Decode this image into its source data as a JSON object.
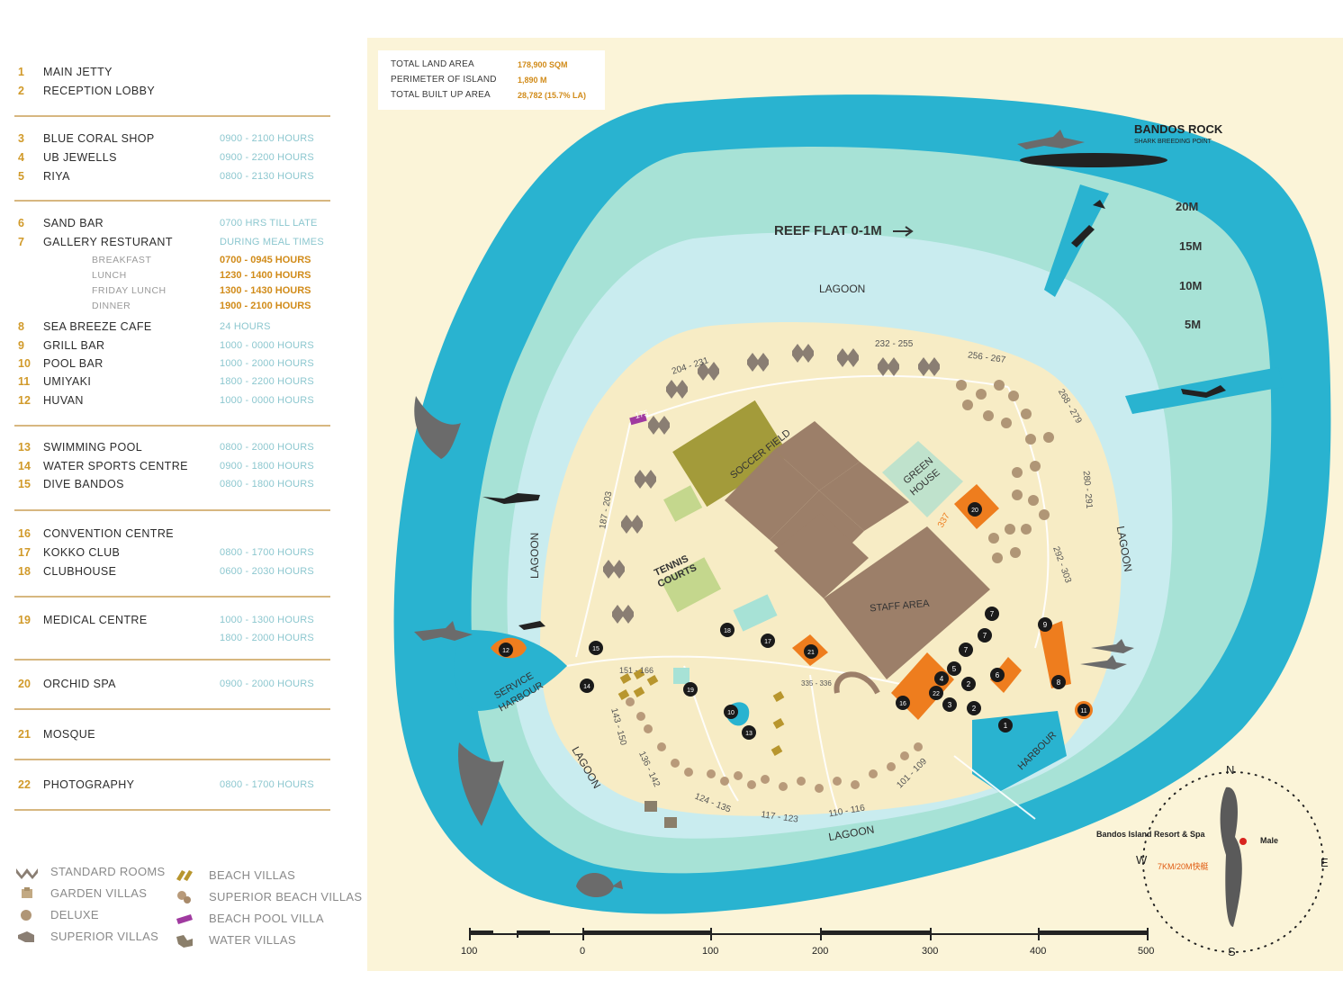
{
  "legend": {
    "groups": [
      [
        {
          "num": "1",
          "name": "MAIN JETTY",
          "hours": ""
        },
        {
          "num": "2",
          "name": "RECEPTION LOBBY",
          "hours": ""
        }
      ],
      [
        {
          "num": "3",
          "name": "BLUE CORAL SHOP",
          "hours": "0900 - 2100 HOURS"
        },
        {
          "num": "4",
          "name": "UB JEWELLS",
          "hours": "0900 - 2200 HOURS"
        },
        {
          "num": "5",
          "name": "RIYA",
          "hours": "0800 - 2130 HOURS"
        }
      ],
      [
        {
          "num": "6",
          "name": "SAND BAR",
          "hours": "0700 HRS TILL LATE"
        },
        {
          "num": "7",
          "name": "GALLERY RESTURANT",
          "hours": "DURING MEAL TIMES"
        },
        {
          "num": "8",
          "name": "SEA BREEZE CAFE",
          "hours": "24 HOURS"
        },
        {
          "num": "9",
          "name": "GRILL BAR",
          "hours": "1000 - 0000 HOURS"
        },
        {
          "num": "10",
          "name": "POOL BAR",
          "hours": "1000 - 2000 HOURS"
        },
        {
          "num": "11",
          "name": "UMIYAKI",
          "hours": "1800 - 2200 HOURS"
        },
        {
          "num": "12",
          "name": "HUVAN",
          "hours": "1000 - 0000 HOURS"
        }
      ],
      [
        {
          "num": "13",
          "name": "SWIMMING POOL",
          "hours": "0800 - 2000 HOURS"
        },
        {
          "num": "14",
          "name": "WATER SPORTS CENTRE",
          "hours": "0900 - 1800 HOURS"
        },
        {
          "num": "15",
          "name": "DIVE BANDOS",
          "hours": "0800 - 1800 HOURS"
        }
      ],
      [
        {
          "num": "16",
          "name": "CONVENTION CENTRE",
          "hours": ""
        },
        {
          "num": "17",
          "name": "KOKKO CLUB",
          "hours": "0800 - 1700 HOURS"
        },
        {
          "num": "18",
          "name": "CLUBHOUSE",
          "hours": "0600 - 2030 HOURS"
        }
      ],
      [
        {
          "num": "19",
          "name": "MEDICAL CENTRE",
          "hours": "1000 - 1300  HOURS"
        },
        {
          "num": "",
          "name": "",
          "hours": "1800 - 2000 HOURS"
        }
      ],
      [
        {
          "num": "20",
          "name": "ORCHID SPA",
          "hours": "0900 - 2000 HOURS"
        }
      ],
      [
        {
          "num": "21",
          "name": "MOSQUE",
          "hours": ""
        }
      ],
      [
        {
          "num": "22",
          "name": "PHOTOGRAPHY",
          "hours": "0800 - 1700 HOURS"
        }
      ]
    ],
    "meals": [
      {
        "name": "BREAKFAST",
        "hours": "0700 - 0945 HOURS"
      },
      {
        "name": "LUNCH",
        "hours": "1230 - 1400 HOURS"
      },
      {
        "name": "FRIDAY LUNCH",
        "hours": "1300 - 1430 HOURS"
      },
      {
        "name": "DINNER",
        "hours": "1900 - 2100 HOURS"
      }
    ],
    "room_types": [
      {
        "label": "STANDARD ROOMS",
        "color": "#8a7e73",
        "shape": "zigzag"
      },
      {
        "label": "GARDEN VILLAS",
        "color": "#c2a983",
        "shape": "square"
      },
      {
        "label": "DELUXE",
        "color": "#b09676",
        "shape": "circle"
      },
      {
        "label": "SUPERIOR VILLAS",
        "color": "#8a7e73",
        "shape": "stair"
      },
      {
        "label": "BEACH VILLAS",
        "color": "#b8962e",
        "shape": "pair"
      },
      {
        "label": "SUPERIOR BEACH VILLAS",
        "color": "#b89a7a",
        "shape": "pod"
      },
      {
        "label": "BEACH POOL VILLA",
        "color": "#a03aa0",
        "shape": "bar"
      },
      {
        "label": "WATER VILLAS",
        "color": "#8a7e6a",
        "shape": "water"
      }
    ]
  },
  "stats": [
    {
      "label": "TOTAL LAND AREA",
      "value": "178,900 SQM"
    },
    {
      "label": "PERIMETER OF ISLAND",
      "value": "1,890 M"
    },
    {
      "label": "TOTAL BUILT UP AREA",
      "value": "28,782 (15.7% LA)"
    }
  ],
  "map": {
    "reef_flat": "REEF FLAT 0-1M",
    "lagoon": "LAGOON",
    "bandos_rock": "BANDOS ROCK",
    "shark_point": "SHARK BREEDING POINT",
    "depths": [
      "20M",
      "15M",
      "10M",
      "5M"
    ],
    "soccer": "SOCCER FIELD",
    "green_house_1": "GREEN",
    "green_house_2": "HOUSE",
    "tennis_1": "TENNIS",
    "tennis_2": "COURTS",
    "staff_area": "STAFF AREA",
    "service_harbour_1": "SERVICE",
    "service_harbour_2": "HARBOUR",
    "harbour": "HARBOUR",
    "room_ranges": [
      "204 - 231",
      "232 - 255",
      "256 - 267",
      "268 - 279",
      "280 - 291",
      "292 - 303",
      "187 - 203",
      "175",
      "337",
      "151 - 166",
      "335 - 336",
      "143 - 150",
      "136 - 142",
      "124 - 135",
      "117 - 123",
      "110 - 116",
      "101 - 109"
    ],
    "markers": [
      "1",
      "2",
      "3",
      "4",
      "5",
      "6",
      "7",
      "8",
      "9",
      "10",
      "11",
      "12",
      "13",
      "14",
      "15",
      "16",
      "17",
      "18",
      "19",
      "20",
      "21",
      "22"
    ],
    "compass": {
      "n": "N",
      "s": "S",
      "w": "W",
      "e": "E",
      "resort": "Bandos  Island  Resort & Spa",
      "male": "Male",
      "distance": "7KM/20M快艇"
    },
    "scale": [
      "100",
      "0",
      "100",
      "200",
      "300",
      "400",
      "500"
    ]
  },
  "colors": {
    "deep": "#29b3d0",
    "reef": "#a7e2d6",
    "lagoon": "#c9ecef",
    "land": "#f7ecc5",
    "orange": "#ee7d1e",
    "building": "#9c7f69",
    "soccer": "#a39b3a"
  }
}
